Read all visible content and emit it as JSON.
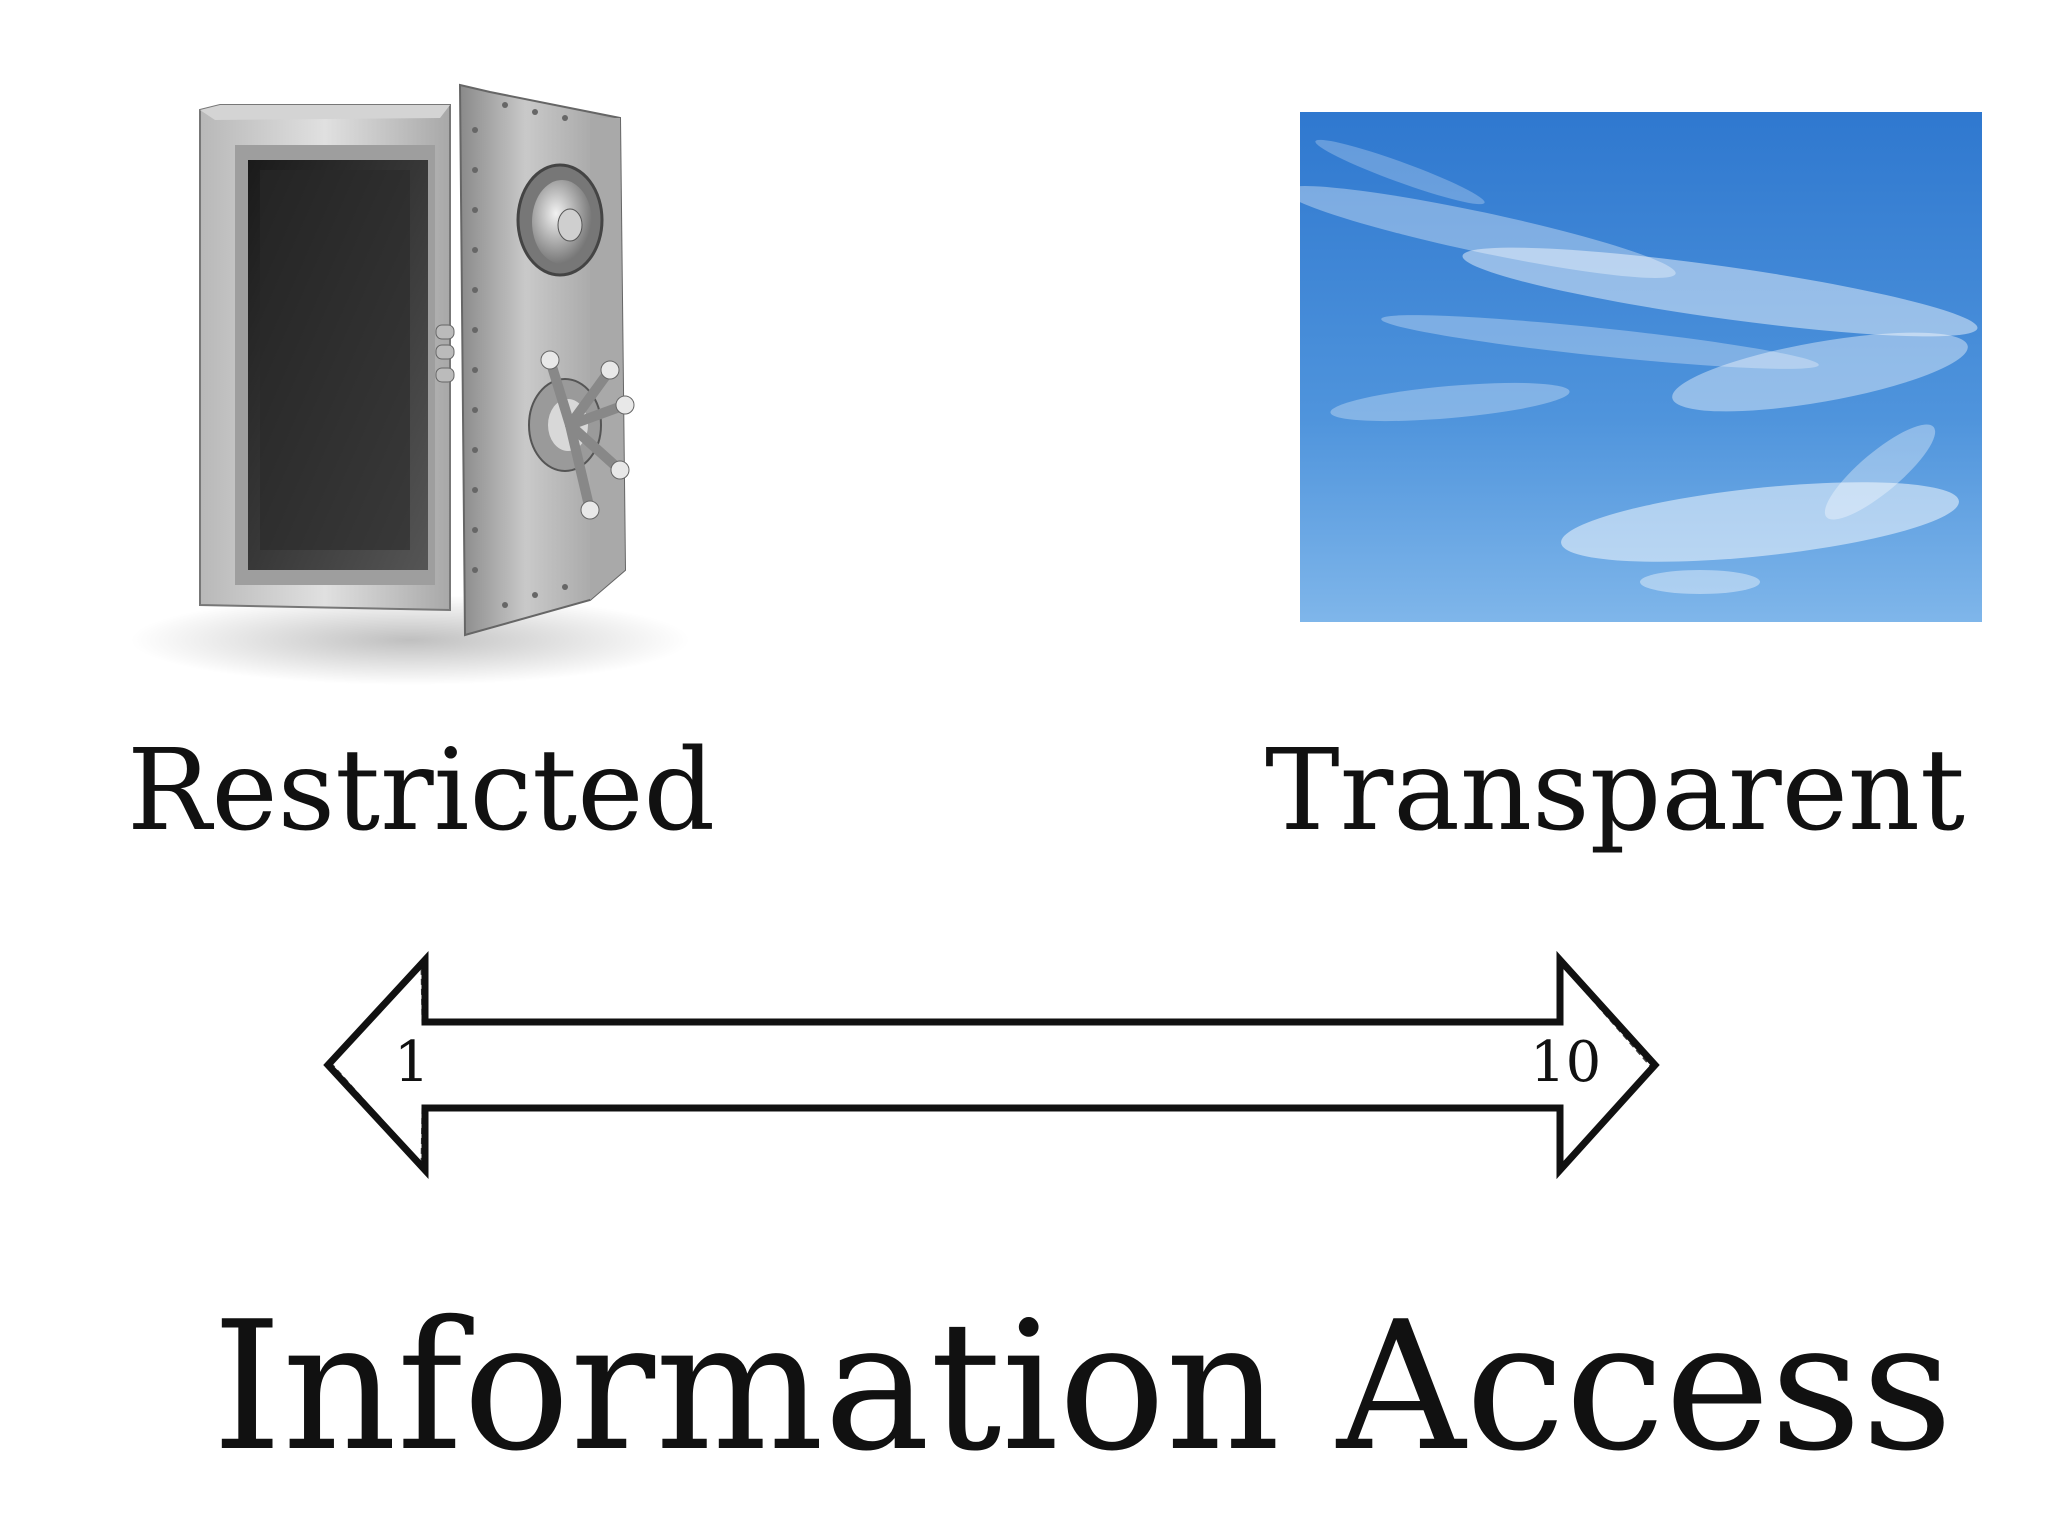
{
  "poles": {
    "left_label": "Restricted",
    "right_label": "Transparent"
  },
  "scale": {
    "min": "1",
    "max": "10"
  },
  "title": "Information Access",
  "icons": {
    "left": "open-safe-icon",
    "right": "blue-sky-image"
  },
  "colors": {
    "background": "#ffffff",
    "text": "#111111",
    "sky": "#4a8fd6",
    "safe": "#9a9a9a"
  }
}
